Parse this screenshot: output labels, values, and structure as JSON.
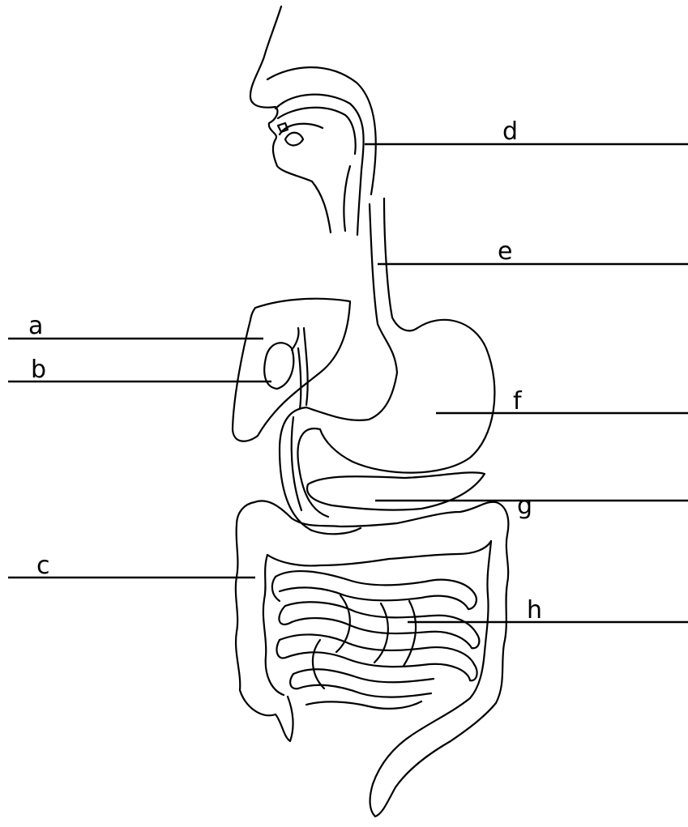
{
  "labels": {
    "a": "a",
    "b": "b",
    "c": "c",
    "d": "d",
    "e": "e",
    "f": "f",
    "g": "g",
    "h": "h"
  }
}
